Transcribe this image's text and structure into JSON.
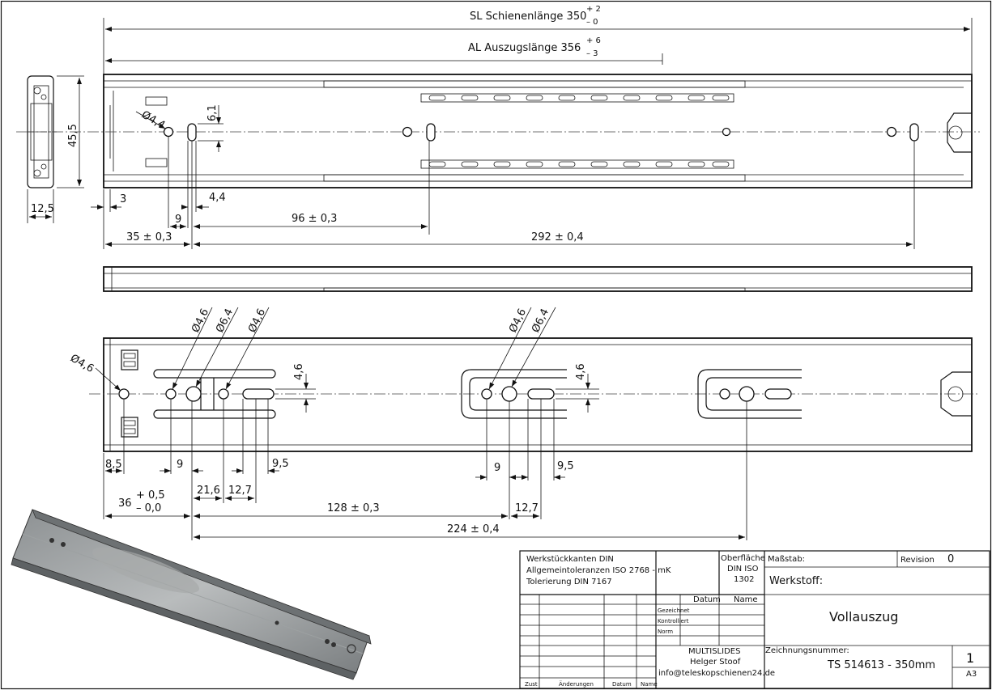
{
  "drawing": {
    "top_dims": {
      "rail_length": {
        "label": "SL Schienenlänge 350",
        "tol_upper": "+ 2",
        "tol_lower": "– 0"
      },
      "extension_length": {
        "label": "AL Auszugslänge 356",
        "tol_upper": "+ 6",
        "tol_lower": "– 3"
      }
    },
    "side_view": {
      "height": "45,5",
      "width": "12,5"
    },
    "upper_view": {
      "dia": "Ø4,4",
      "slot_h": "6,1",
      "d3": "3",
      "d44": "4,4",
      "d9": "9",
      "d96": "96 ± 0,3",
      "d35": "35 ± 0,3",
      "d292": "292 ± 0,4"
    },
    "lower_view": {
      "dia_a": "Ø4,6",
      "dia_b": "Ø6,4",
      "dia_c": "Ø4,6",
      "dia_left": "Ø4,6",
      "dia_d": "Ø4,6",
      "dia_e": "Ø6,4",
      "h1": "4,6",
      "h2": "4,6",
      "d85": "8,5",
      "d9a": "9",
      "d95a": "9,5",
      "d36": "36",
      "d36_up": "+ 0,5",
      "d36_lo": "– 0,0",
      "d216": "21,6",
      "d127a": "12,7",
      "d128": "128 ± 0,3",
      "d9b": "9",
      "d95b": "9,5",
      "d127b": "12,7",
      "d224": "224 ± 0,4"
    }
  },
  "title_block": {
    "edges": "Werkstückkanten DIN",
    "tolerances": "Allgemeintoleranzen ISO 2768 - mK",
    "toleration": "Tolerierung DIN 7167",
    "surface_1": "Oberfläche",
    "surface_2": "DIN ISO",
    "surface_3": "1302",
    "scale_label": "Maßstab:",
    "revision_label": "Revision",
    "revision_value": "0",
    "material_label": "Werkstoff:",
    "col_date": "Datum",
    "col_name": "Name",
    "row_drawn": "Gezeichnet",
    "row_checked": "Kontrolliert",
    "row_norm": "Norm",
    "title": "Vollauszug",
    "company": "MULTISLIDES",
    "person": "Helger Stoof",
    "email": "info@teleskopschienen24.de",
    "drawing_no_label": "Zeichnungsnummer:",
    "drawing_no": "TS 514613 - 350mm",
    "sheet_no": "1",
    "format": "A3",
    "foot_state": "Zust",
    "foot_changes": "Änderungen",
    "foot_date": "Datum",
    "foot_name": "Name"
  }
}
